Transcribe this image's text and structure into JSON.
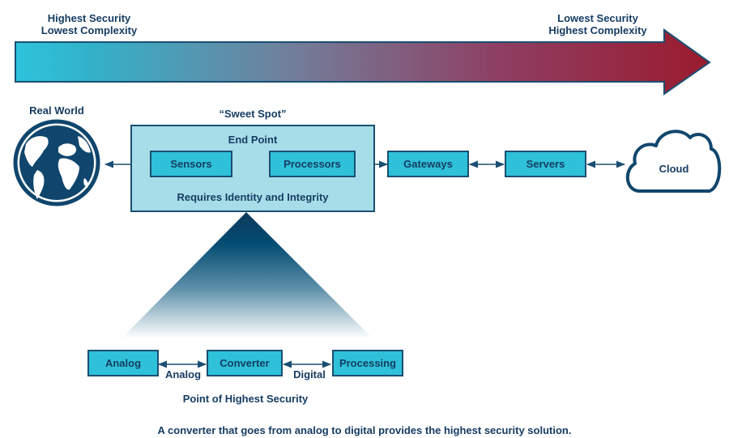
{
  "scale": {
    "left_label_line1": "Highest Security",
    "left_label_line2": "Lowest Complexity",
    "right_label_line1": "Lowest Security",
    "right_label_line2": "Highest Complexity",
    "gradient_start": "#2ec4dc",
    "gradient_end": "#9b1b2e"
  },
  "chain": {
    "real_world_label": "Real World",
    "sweet_spot_label": "“Sweet Spot”",
    "endpoint": {
      "title": "End Point",
      "requirement": "Requires Identity and Integrity",
      "sensors": "Sensors",
      "processors": "Processors"
    },
    "gateways": "Gateways",
    "servers": "Servers",
    "cloud": "Cloud"
  },
  "detail": {
    "analog_box": "Analog",
    "converter_box": "Converter",
    "processing_box": "Processing",
    "analog_link": "Analog",
    "digital_link": "Digital",
    "caption": "Point of Highest Security"
  },
  "footer": {
    "caption": "A converter that goes from analog to digital provides the highest security solution."
  },
  "colors": {
    "box_fill": "#2ec1d9",
    "endpoint_fill": "#a7dde9",
    "stroke": "#1a4f72",
    "text": "#163d63"
  }
}
